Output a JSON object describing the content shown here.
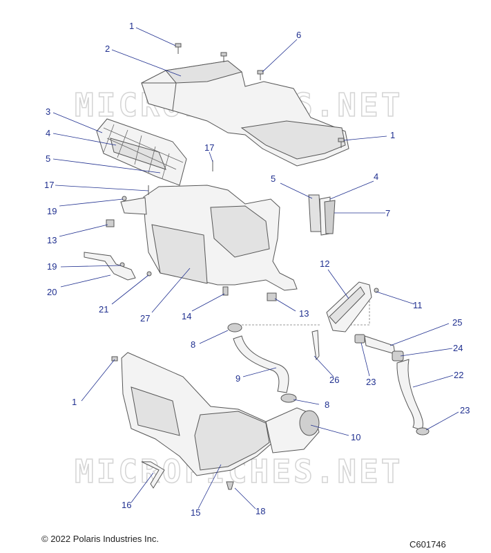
{
  "watermark": "MICROFICHES.NET",
  "copyright": "© 2022 Polaris Industries Inc.",
  "diagram_code": "C601746",
  "callouts": [
    "1",
    "2",
    "6",
    "3",
    "4",
    "5",
    "17",
    "1",
    "17",
    "19",
    "13",
    "5",
    "4",
    "7",
    "19",
    "20",
    "21",
    "27",
    "14",
    "13",
    "12",
    "11",
    "8",
    "9",
    "26",
    "23",
    "25",
    "24",
    "22",
    "1",
    "8",
    "23",
    "10",
    "16",
    "15",
    "18"
  ],
  "colors": {
    "callout": "#1f2f8f",
    "line": "#555555",
    "fill": "#f3f3f3"
  }
}
